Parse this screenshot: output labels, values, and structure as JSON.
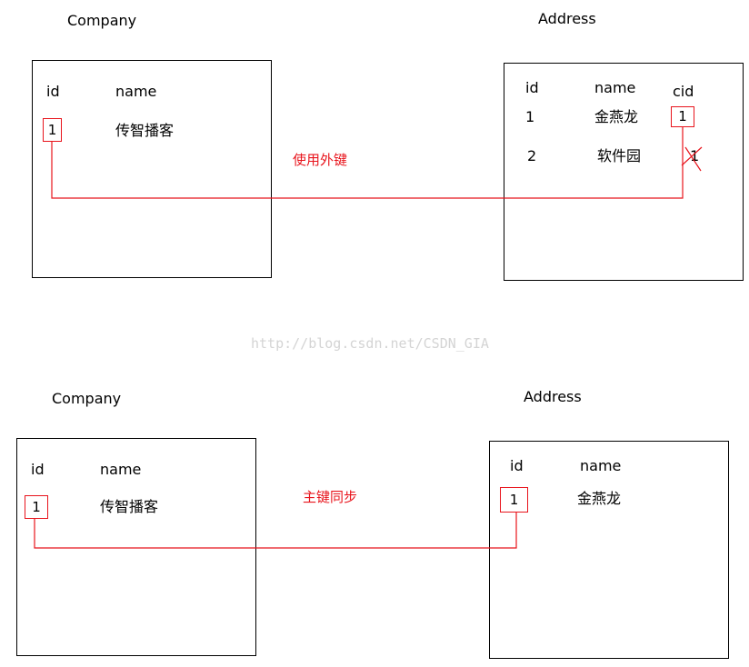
{
  "colors": {
    "line": "#e8141c",
    "border": "#000000",
    "watermark": "#d4d4d4"
  },
  "top": {
    "company": {
      "title": "Company",
      "col_id": "id",
      "col_name": "name",
      "row": {
        "id": "1",
        "name": "传智播客"
      }
    },
    "address": {
      "title": "Address",
      "col_id": "id",
      "col_name": "name",
      "col_cid": "cid",
      "rows": [
        {
          "id": "1",
          "name": "金燕龙",
          "cid": "1"
        },
        {
          "id": "2",
          "name": "软件园",
          "cid": "1"
        }
      ]
    },
    "relation_label": "使用外键"
  },
  "watermark": "http://blog.csdn.net/CSDN_GIA",
  "bottom": {
    "company": {
      "title": "Company",
      "col_id": "id",
      "col_name": "name",
      "row": {
        "id": "1",
        "name": "传智播客"
      }
    },
    "address": {
      "title": "Address",
      "col_id": "id",
      "col_name": "name",
      "row": {
        "id": "1",
        "name": "金燕龙"
      }
    },
    "relation_label": "主键同步"
  }
}
